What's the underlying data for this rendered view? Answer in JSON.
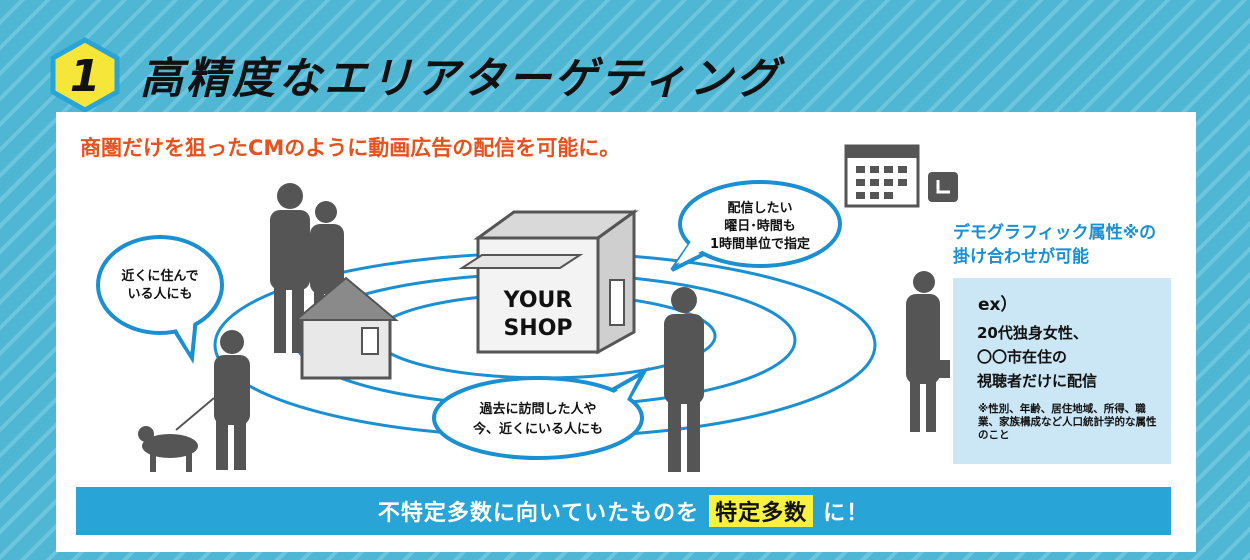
{
  "header": {
    "badge_number": "1",
    "title": "高精度なエリアターゲティング"
  },
  "subtitle": "商圏だけを狙ったCMのように動画広告の配信を可能に。",
  "bubbles": {
    "left": [
      "近くに住んで",
      "いる人にも"
    ],
    "top": [
      "配信したい",
      "曜日･時間も",
      "1時間単位で指定"
    ],
    "bottom": [
      "過去に訪問した人や",
      "今、近くにいる人にも"
    ]
  },
  "shop": {
    "line1": "YOUR",
    "line2": "SHOP"
  },
  "demographics": {
    "title_line1": "デモグラフィック属性※の",
    "title_line2": "掛け合わせが可能",
    "ex_label": "ex）",
    "example_lines": [
      "20代独身女性、",
      "〇〇市在住の",
      "視聴者だけに配信"
    ],
    "note": "※性別、年齢、居住地域、所得、職業、家族構成など人口統計学的な属性のこと"
  },
  "banner": {
    "text_before": "不特定多数に向いていたものを",
    "highlight": "特定多数",
    "text_after": "に！"
  },
  "colors": {
    "background": "#4fb6d3",
    "badge": "#f7e63a",
    "subtitle": "#e8511c",
    "ripple": "#1a8fd1",
    "banner": "#29a4d7",
    "highlight": "#f7f141",
    "demo_box": "#cbe7f6"
  }
}
